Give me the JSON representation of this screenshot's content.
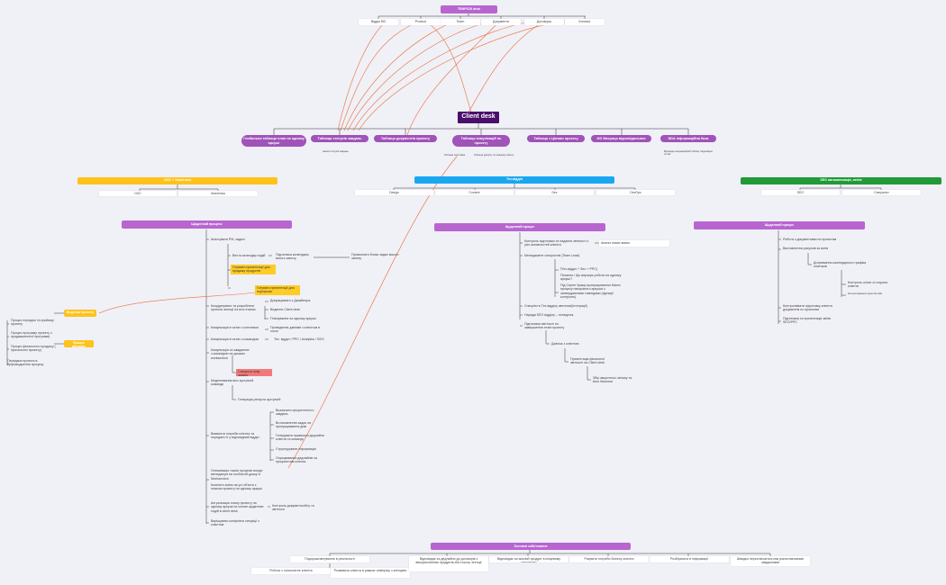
{
  "top": {
    "title": "TEMP/CB desk",
    "tabs": [
      "Відділ BD",
      "Product",
      "Team",
      "Документи",
      "Договоры",
      "Контакт"
    ]
  },
  "root": {
    "title": "Client desk",
    "items": [
      "Глобальна таблиця план на одному аркуші",
      "Таблиця статусів завдань",
      "Таблиця документів проекту",
      "Таблиця комунікацій по проекту",
      "Таблиця з Цілями проекту",
      "ЖЗ Матриця відповідальних",
      "NDA Інформаційна база"
    ],
    "notes": [
      "Аналіз статусів завдань",
      "Питання підготовки",
      "Таблиця рапорту по кожному клієнту",
      "Відповідь комунікаційній таблиці і відповідно по ЦА"
    ]
  },
  "sections": {
    "left": {
      "header": "OOC + Аналітика",
      "sub": [
        "OOC",
        "Аналітика"
      ],
      "process_title": "Щоденний процесс",
      "items": [
        "Асистувати PM, задачі",
        "Вести календар подій",
        "Підготовка календаря всього запиту",
        "Призначати блоки задач всього запиту",
        "Готувати презентації для продажу продуктів",
        "Готувати презентації для портфоліо",
        "Координувати та розробляти проекти агенції на всіх етапах",
        "Допрацювати з Дизайнера",
        "Ведення Client desk",
        "Планування на одному аркуші",
        "Комунікація в чатах з клієнтами",
        "Проведення дзвінків з клієнтом в zoom",
        "Комунікація в чатах з командою",
        "Тех. відділ / PPC / Analytics / SEO",
        "Комунікація по завданнях з командою на дошках worksection",
        "Створити нову задачу",
        "Моделювання всіх зустрічей команди",
        "Генерація репорта зустрічей",
        "Виявляти потреби клієнта та передати їх у відповідний відділ",
        "Визначити пріоритетність завдань",
        "Встановлення задач на пропрацювання днів",
        "Генерувати правильні дедлайни клієнта та команді",
        "Структурувати інформацію",
        "Опрацювання дедлайнів за пріоритетом клієнта",
        "Оптимізація тасків процесів вокруг менеджера на особистій дошці в Worksection",
        "Комітити зміни на усі об'єкти з планом проекту на одному аркуші",
        "Актуалізація плану проекту на одному аркуші на основі щоденних подій в client desk",
        "Контроль документообігу та звітності",
        "Вирішувати конфлікти ситуації з клієнтом"
      ]
    },
    "center": {
      "header": "Тех.відділ",
      "sub": [
        "Design",
        "Content",
        "Dev",
        "DevOps"
      ],
      "process_title": "Щоденний процес",
      "items": [
        "Контроль підготовки та надання звітності з усіх активностей клієнта",
        "Аналіз нових вимог",
        "Менеджмент спецілістів (Team Lead)",
        "Пітч-відділ + Seo + PPC)",
        "Питання і Що вирішує робота на одному аркуші?",
        "Під Спрінт Кращі пропрацювання бізнес процесу наскрізного аркуша з затвердженими тимлідами (функції контролю)",
        "Спецілісти Тех.відділу автоном(Інтеграції)",
        "Нарада SEO відділу – понеділок",
        "Підготовка звітності по завершенню етапі проекту",
        "Дзвінок з клієнтом",
        "Презентація фінальної звітності на Client desk",
        "Збір зворотного зв'язку та його бачення"
      ]
    },
    "right": {
      "header": "SEO автоматизація, звітів",
      "sub": [
        "SEO",
        "Спеціаліст"
      ],
      "process_title": "Щоденний процес",
      "items": [
        "Робота з документами по проектам",
        "Виставлення рахунків за актів",
        "Дотримання календарного графіка платежів",
        "Контроль оплат зі сторони клієнта",
        "Контролювання проектів змін",
        "Контролювати підготовку клієнта документів по проектам",
        "Підготовка та презентація звітів SEO/PPC"
      ]
    }
  },
  "side": {
    "labels": [
      "Ведення проекту",
      "Процес продажу"
    ],
    "items": [
      "Процес передачі та прийому проекту",
      "Процес програму проекту з продакшеннної програми)",
      "Процес фінального продажу ( прихильної проекту)",
      "Передача проекта в супроводження процесу"
    ]
  },
  "bottom": {
    "title": "Основні зобо'язання",
    "items": [
      "Подорож/звітування в реальності",
      "Робота з лояльністю клієнта",
      "Розвивати клієнта в рамках співпраці з агенцією",
      "Відповідає за дедлайни до договорів з використанням продуктів або послуг агенції",
      "Відповідає за якісний продукт в кінцевому результаті",
      "Розуміти потреби бізнесу клієнта",
      "Розібратися в інформації",
      "Швидко переключатися між різноплановими завданнями"
    ]
  },
  "colors": {
    "background": "#f0f0f7",
    "purple": "#b865d0",
    "dark_purple": "#4a0e6b",
    "pill": "#a053b8",
    "yellow": "#ffc21a",
    "blue": "#19a8f0",
    "green": "#1f9a36",
    "orange_link": "#e8703a",
    "red_tag": "#f27979"
  }
}
